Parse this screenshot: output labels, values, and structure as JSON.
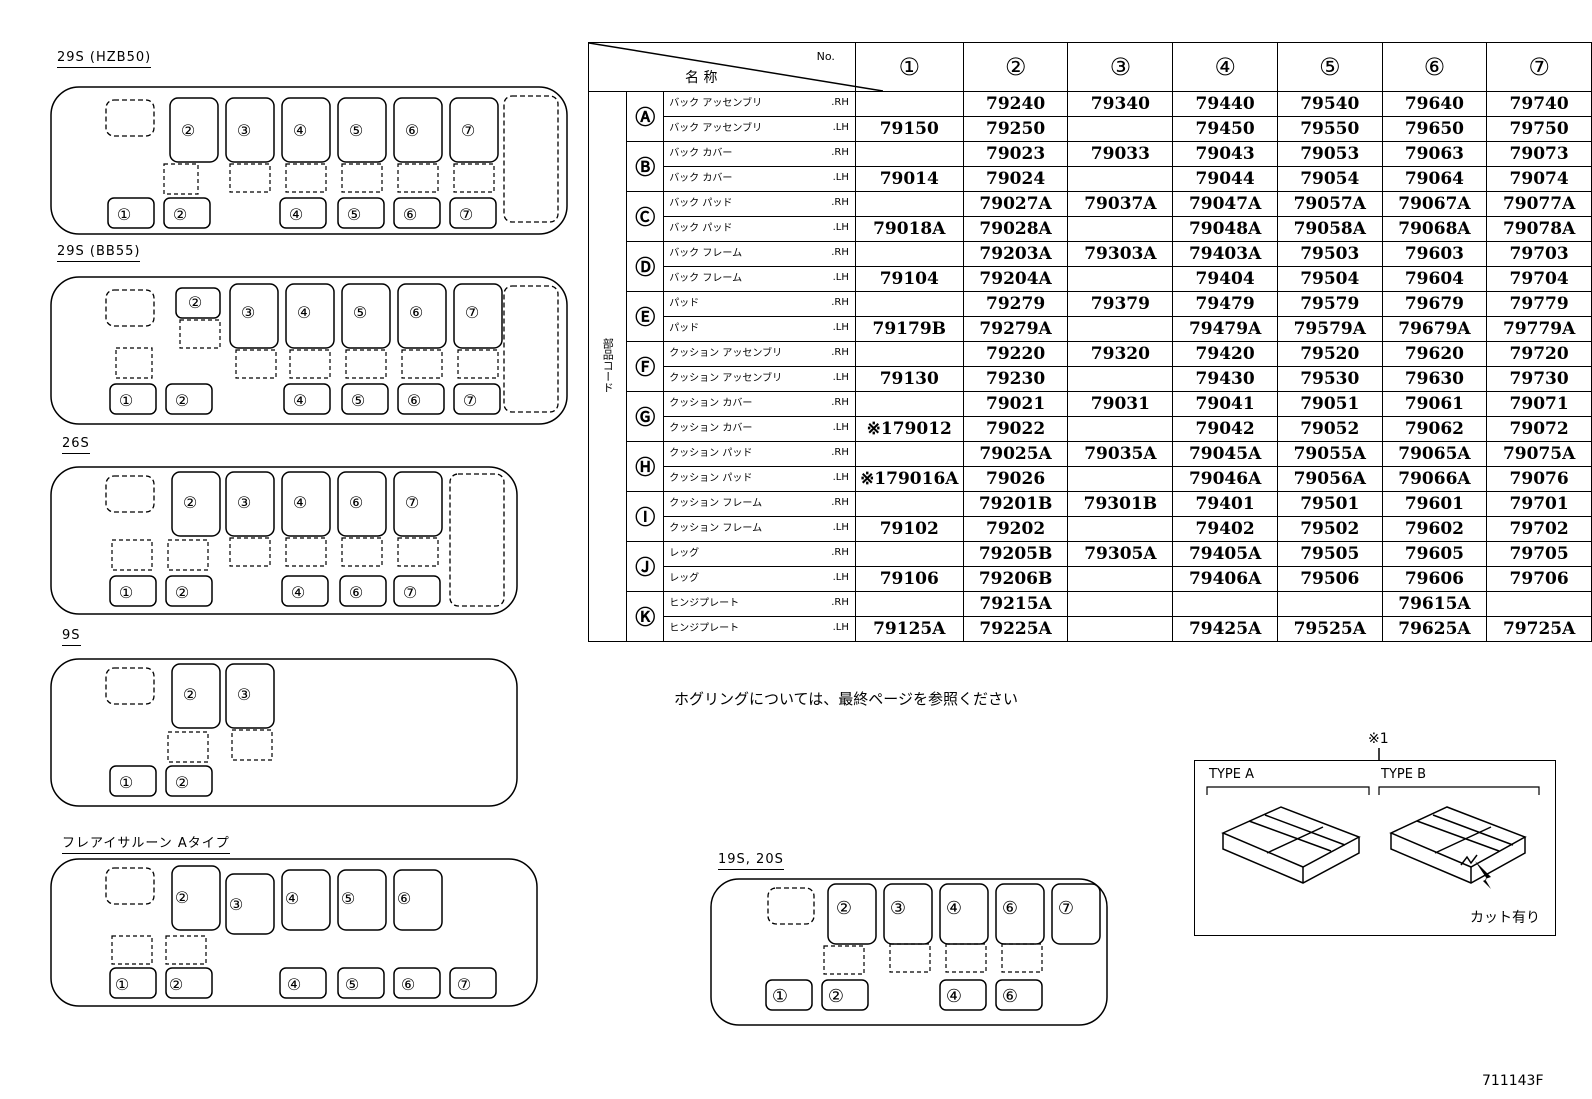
{
  "layouts": [
    {
      "title": "29S (HZB50)",
      "seat_labels": [
        "②",
        "③",
        "④",
        "⑤",
        "⑥",
        "⑦",
        "①",
        "②",
        "④",
        "⑤",
        "⑥",
        "⑦"
      ]
    },
    {
      "title": "29S (BB55)",
      "seat_labels": [
        "②",
        "③",
        "④",
        "⑤",
        "⑥",
        "⑦",
        "①",
        "②",
        "④",
        "⑤",
        "⑥",
        "⑦"
      ]
    },
    {
      "title": "26S",
      "seat_labels": [
        "②",
        "③",
        "④",
        "⑥",
        "⑦",
        "①",
        "②",
        "④",
        "⑥",
        "⑦"
      ]
    },
    {
      "title": "9S",
      "seat_labels": [
        "②",
        "③",
        "①",
        "②"
      ]
    },
    {
      "title": "フレアイサルーン Aタイプ",
      "seat_labels": [
        "②",
        "③",
        "④",
        "⑤",
        "⑥",
        "①",
        "②",
        "④",
        "⑤",
        "⑥",
        "⑦"
      ]
    },
    {
      "title": "19S, 20S",
      "seat_labels": [
        "②",
        "③",
        "④",
        "⑥",
        "⑦",
        "①",
        "②",
        "④",
        "⑥"
      ]
    }
  ],
  "table": {
    "header_name": "名 称",
    "header_no": "No.",
    "side_label": "部品コード",
    "columns": [
      "①",
      "②",
      "③",
      "④",
      "⑤",
      "⑥",
      "⑦"
    ],
    "groups": [
      {
        "letter": "Ⓐ",
        "rows": [
          {
            "name": "バック アッセンブリ",
            "side": ".RH",
            "cells": [
              "",
              "79240",
              "79340",
              "79440",
              "79540",
              "79640",
              "79740"
            ]
          },
          {
            "name": "バック アッセンブリ",
            "side": ".LH",
            "cells": [
              "79150",
              "79250",
              "",
              "79450",
              "79550",
              "79650",
              "79750"
            ]
          }
        ]
      },
      {
        "letter": "Ⓑ",
        "rows": [
          {
            "name": "バック カバー",
            "side": ".RH",
            "cells": [
              "",
              "79023",
              "79033",
              "79043",
              "79053",
              "79063",
              "79073"
            ]
          },
          {
            "name": "バック カバー",
            "side": ".LH",
            "cells": [
              "79014",
              "79024",
              "",
              "79044",
              "79054",
              "79064",
              "79074"
            ]
          }
        ]
      },
      {
        "letter": "Ⓒ",
        "rows": [
          {
            "name": "バック パッド",
            "side": ".RH",
            "cells": [
              "",
              "79027A",
              "79037A",
              "79047A",
              "79057A",
              "79067A",
              "79077A"
            ]
          },
          {
            "name": "バック パッド",
            "side": ".LH",
            "cells": [
              "79018A",
              "79028A",
              "",
              "79048A",
              "79058A",
              "79068A",
              "79078A"
            ]
          }
        ]
      },
      {
        "letter": "Ⓓ",
        "rows": [
          {
            "name": "バック フレーム",
            "side": ".RH",
            "cells": [
              "",
              "79203A",
              "79303A",
              "79403A",
              "79503",
              "79603",
              "79703"
            ]
          },
          {
            "name": "バック フレーム",
            "side": ".LH",
            "cells": [
              "79104",
              "79204A",
              "",
              "79404",
              "79504",
              "79604",
              "79704"
            ]
          }
        ]
      },
      {
        "letter": "Ⓔ",
        "rows": [
          {
            "name": "パッド",
            "side": ".RH",
            "cells": [
              "",
              "79279",
              "79379",
              "79479",
              "79579",
              "79679",
              "79779"
            ]
          },
          {
            "name": "パッド",
            "side": ".LH",
            "cells": [
              "79179B",
              "79279A",
              "",
              "79479A",
              "79579A",
              "79679A",
              "79779A"
            ]
          }
        ]
      },
      {
        "letter": "Ⓕ",
        "rows": [
          {
            "name": "クッション アッセンブリ",
            "side": ".RH",
            "cells": [
              "",
              "79220",
              "79320",
              "79420",
              "79520",
              "79620",
              "79720"
            ]
          },
          {
            "name": "クッション アッセンブリ",
            "side": ".LH",
            "cells": [
              "79130",
              "79230",
              "",
              "79430",
              "79530",
              "79630",
              "79730"
            ]
          }
        ]
      },
      {
        "letter": "Ⓖ",
        "rows": [
          {
            "name": "クッション カバー",
            "side": ".RH",
            "cells": [
              "",
              "79021",
              "79031",
              "79041",
              "79051",
              "79061",
              "79071"
            ]
          },
          {
            "name": "クッション カバー",
            "side": ".LH",
            "cells": [
              "※179012",
              "79022",
              "",
              "79042",
              "79052",
              "79062",
              "79072"
            ]
          }
        ]
      },
      {
        "letter": "Ⓗ",
        "rows": [
          {
            "name": "クッション パッド",
            "side": ".RH",
            "cells": [
              "",
              "79025A",
              "79035A",
              "79045A",
              "79055A",
              "79065A",
              "79075A"
            ]
          },
          {
            "name": "クッション パッド",
            "side": ".LH",
            "cells": [
              "※179016A",
              "79026",
              "",
              "79046A",
              "79056A",
              "79066A",
              "79076"
            ]
          }
        ]
      },
      {
        "letter": "Ⓘ",
        "rows": [
          {
            "name": "クッション フレーム",
            "side": ".RH",
            "cells": [
              "",
              "79201B",
              "79301B",
              "79401",
              "79501",
              "79601",
              "79701"
            ]
          },
          {
            "name": "クッション フレーム",
            "side": ".LH",
            "cells": [
              "79102",
              "79202",
              "",
              "79402",
              "79502",
              "79602",
              "79702"
            ]
          }
        ]
      },
      {
        "letter": "Ⓙ",
        "rows": [
          {
            "name": "レッグ",
            "side": ".RH",
            "cells": [
              "",
              "79205B",
              "79305A",
              "79405A",
              "79505",
              "79605",
              "79705"
            ]
          },
          {
            "name": "レッグ",
            "side": ".LH",
            "cells": [
              "79106",
              "79206B",
              "",
              "79406A",
              "79506",
              "79606",
              "79706"
            ]
          }
        ]
      },
      {
        "letter": "Ⓚ",
        "rows": [
          {
            "name": "ヒンジプレート",
            "side": ".RH",
            "cells": [
              "",
              "79215A",
              "",
              "",
              "",
              "79615A",
              ""
            ]
          },
          {
            "name": "ヒンジプレート",
            "side": ".LH",
            "cells": [
              "79125A",
              "79225A",
              "",
              "79425A",
              "79525A",
              "79625A",
              "79725A"
            ]
          }
        ]
      }
    ]
  },
  "note": "ホグリングについては、最終ページを参照ください",
  "type_figure": {
    "asterisk": "※1",
    "type_a": "TYPE A",
    "type_b": "TYPE B",
    "cut_label": "カット有り"
  },
  "drawing_code": "711143F"
}
